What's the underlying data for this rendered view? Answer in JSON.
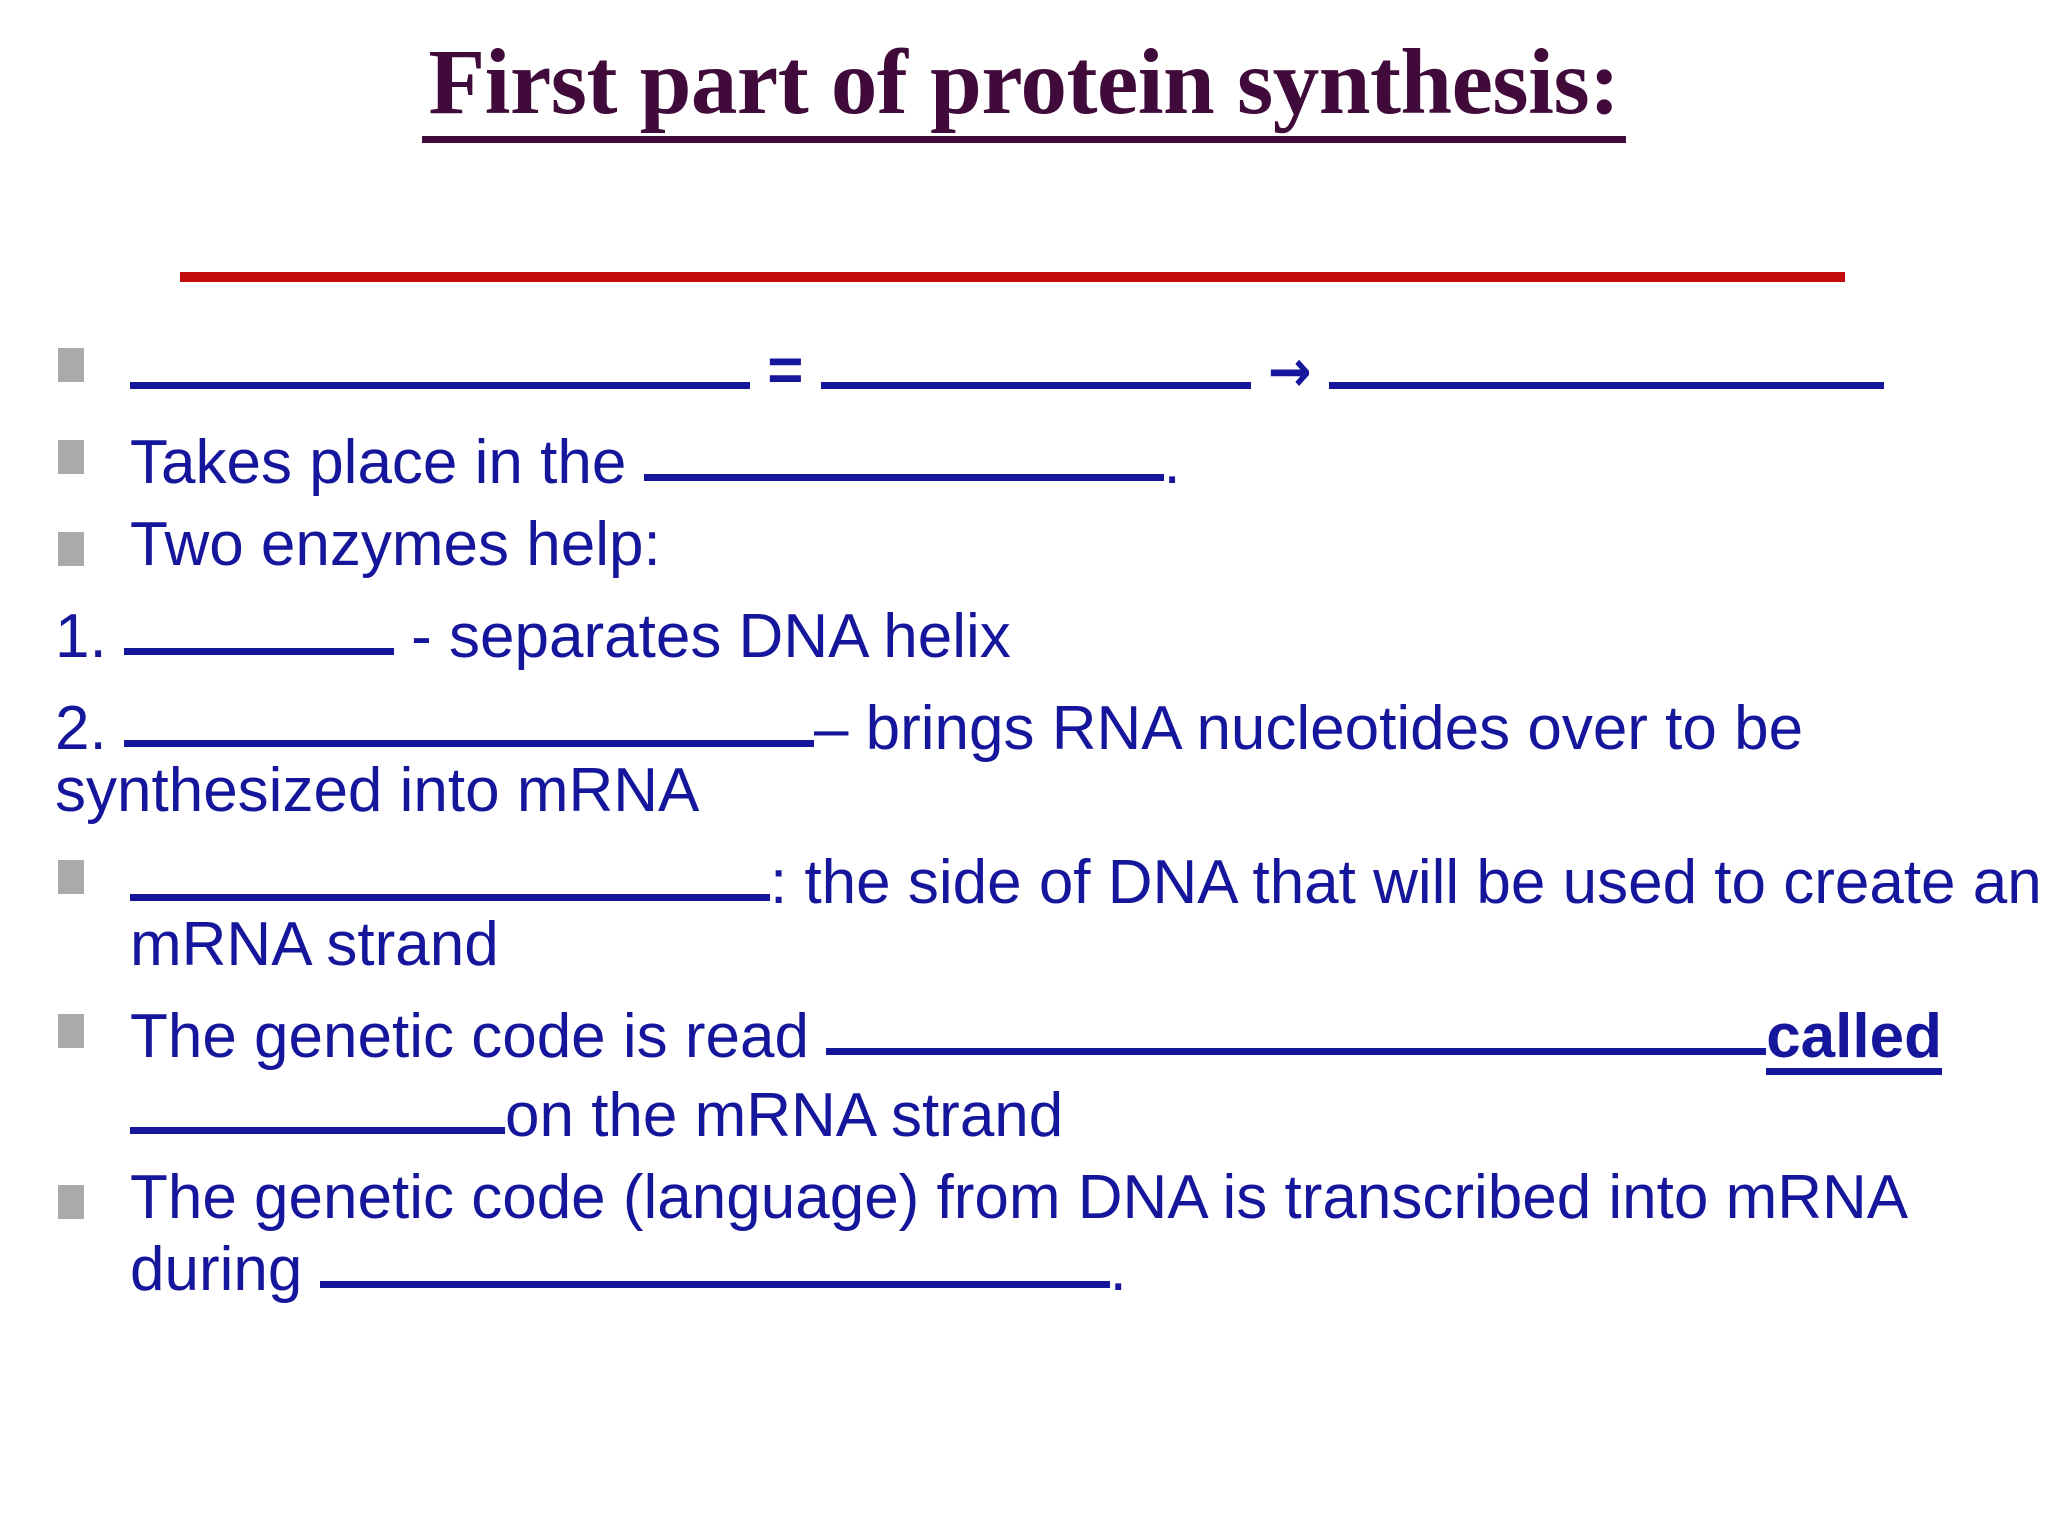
{
  "slide": {
    "title": "First part of protein synthesis:",
    "colors": {
      "title": "#400B3A",
      "rule": "#C20B0B",
      "body_text": "#15169B",
      "bullet": "#AAAAAA",
      "background": "#FFFFFF"
    },
    "divider": {
      "name": "red-horizontal-rule"
    },
    "lines": [
      {
        "id": "equation-line",
        "bullet": true,
        "parts": [
          {
            "type": "blank",
            "width": "w1"
          },
          {
            "type": "text",
            "value": " = "
          },
          {
            "type": "blank",
            "width": "w2"
          },
          {
            "type": "text",
            "value": " "
          },
          {
            "type": "arrow",
            "value": "→"
          },
          {
            "type": "text",
            "value": " "
          },
          {
            "type": "blank",
            "width": "w3"
          }
        ]
      },
      {
        "id": "takes-place-line",
        "bullet": true,
        "text_before": "Takes place in the ",
        "blank": "w4",
        "text_after": "."
      },
      {
        "id": "two-enzymes-line",
        "bullet": true,
        "text": "Two enzymes help:"
      },
      {
        "id": "enzyme-1-line",
        "bullet": false,
        "text_before": "1. ",
        "blank": "w5",
        "text_after": " - separates DNA helix"
      },
      {
        "id": "enzyme-2-line",
        "bullet": false,
        "text_before": "2. ",
        "blank": "w6",
        "text_after": "– brings RNA nucleotides over to be synthesized into mRNA"
      },
      {
        "id": "template-strand-line",
        "bullet": true,
        "text_before": "",
        "blank": "w7",
        "text_after": ": the side of DNA that will be used to create an mRNA strand"
      },
      {
        "id": "genetic-code-read-line",
        "bullet": true,
        "text_before": "The genetic code is read ",
        "blank": "w8",
        "bold_word": "called",
        "blank2": "w9",
        "text_after": "on the mRNA strand"
      },
      {
        "id": "transcription-line",
        "bullet": true,
        "text_before": "The genetic code (language) from DNA is transcribed into mRNA during ",
        "blank": "w10",
        "text_after": "."
      }
    ],
    "labels": {
      "equals_sign": "=",
      "arrow_glyph": "→",
      "bold_called": "called",
      "takes_place_before": "Takes place in the ",
      "takes_place_after": ".",
      "two_enzymes": "Two enzymes help:",
      "enzyme1_num": "1. ",
      "enzyme1_after": " - separates DNA helix",
      "enzyme2_num": "2. ",
      "enzyme2_after": "– brings RNA nucleotides over to be synthesized into mRNA",
      "template_after": ": the side of DNA that will be used to create an mRNA strand",
      "read_before": "The genetic code is read ",
      "read_after": "on the mRNA strand",
      "transcribe_before": "The genetic code (language) from DNA is transcribed into mRNA during ",
      "transcribe_after": "."
    }
  }
}
